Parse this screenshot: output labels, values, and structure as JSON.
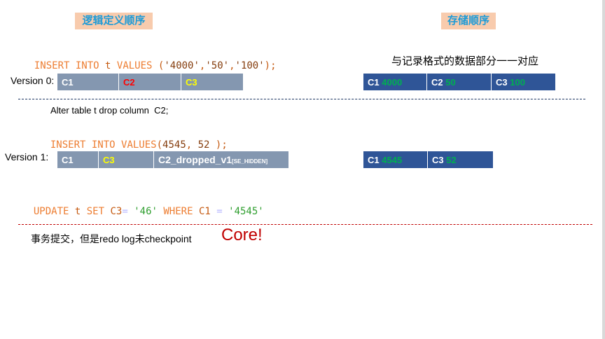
{
  "headers": {
    "logical": "逻辑定义顺序",
    "storage": "存储顺序"
  },
  "insert1": {
    "kw1": "INSERT INTO",
    "tbl": "t",
    "kw2": "VALUES",
    "open": "(",
    "v1": "'4000'",
    "c1": ",",
    "v2": "'50'",
    "c2": ",",
    "v3": "'100'",
    "close": ");"
  },
  "note_storage": "与记录格式的数据部分一一对应",
  "version0": {
    "label": "Version 0:",
    "cols": [
      {
        "name": "C1",
        "color": "#ffffff"
      },
      {
        "name": "C2",
        "color": "#ff0000"
      },
      {
        "name": "C3",
        "color": "#ffff00"
      }
    ],
    "storage": [
      {
        "name": "C1",
        "value": "4000"
      },
      {
        "name": "C2",
        "value": "50"
      },
      {
        "name": "C3",
        "value": "100"
      }
    ]
  },
  "alter": "Alter table t drop column  C2;",
  "insert2": {
    "kw1": "INSERT INTO",
    "kw2": "VALUES",
    "open": "(",
    "v1": "4545",
    "c1": ",",
    "v2": "52",
    "close": ");"
  },
  "version1": {
    "label": "Version 1:",
    "cols": [
      {
        "name": "C1",
        "color": "#ffffff"
      },
      {
        "name": "C3",
        "color": "#ffff00"
      },
      {
        "name": "C2_dropped_v1",
        "tag": "[SE_HIDDEN]",
        "color": "#ffffff"
      }
    ],
    "storage": [
      {
        "name": "C1",
        "value": "4545"
      },
      {
        "name": "C3",
        "value": "52"
      }
    ]
  },
  "update": {
    "kw1": "UPDATE",
    "tbl": "t",
    "kw2": "SET",
    "col": "C3",
    "eq": "=",
    "val": "'46'",
    "kw3": "WHERE",
    "col2": "C1",
    "eq2": "=",
    "val2": "'4545'"
  },
  "commit_note": "事务提交，但是redo log未checkpoint",
  "core": "Core!",
  "colors": {
    "keyword": "#ed7d31",
    "string": "#2e9e2e",
    "green_value": "#00b050",
    "grey_cell": "#8497b0",
    "blue_cell": "#2f5597",
    "dash_blue": "#1f3864",
    "dash_red": "#c00000",
    "core_red": "#c00000"
  }
}
